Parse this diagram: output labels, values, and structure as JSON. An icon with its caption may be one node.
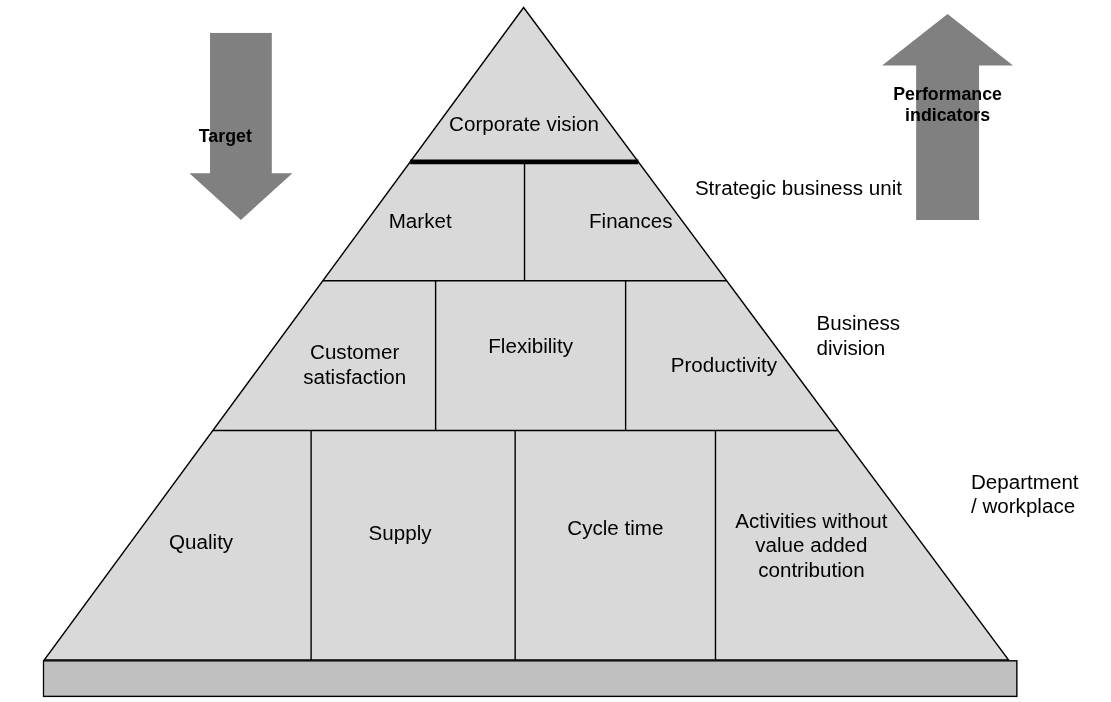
{
  "diagram": {
    "nodes": [
      {
        "text": [
          "Target"
        ]
      },
      {
        "text": [
          "Performance indicators"
        ]
      },
      {
        "text": [
          "Corporate vision"
        ]
      },
      {
        "text": [
          "Market"
        ]
      },
      {
        "text": [
          "Finances"
        ]
      },
      {
        "text": [
          "Customer satisfaction"
        ]
      },
      {
        "text": [
          "Flexibility"
        ]
      },
      {
        "text": [
          "Productivity"
        ]
      },
      {
        "text": [
          "Quality"
        ]
      },
      {
        "text": [
          "Supply"
        ]
      },
      {
        "text": [
          "Cycle time"
        ]
      },
      {
        "text": [
          "Activities without value added contribution"
        ]
      },
      {
        "text": [],
        "shape": "bar"
      }
    ],
    "edges": [],
    "labels": [
      "Strategic business unit",
      "Business division",
      "Department / workplace"
    ]
  }
}
